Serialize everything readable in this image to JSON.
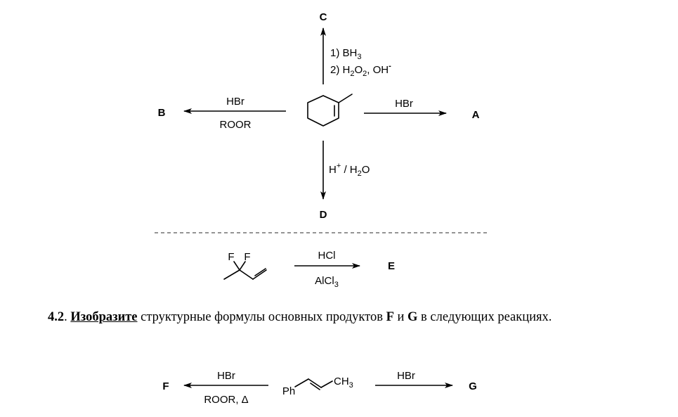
{
  "scheme1": {
    "product_top": "C",
    "product_left": "B",
    "product_right": "A",
    "product_bottom": "D",
    "top_reagent_1_prefix": "1) BH",
    "top_reagent_1_sub": "3",
    "top_reagent_2_prefix": "2) H",
    "top_reagent_2_sub1": "2",
    "top_reagent_2_mid": "O",
    "top_reagent_2_sub2": "2",
    "top_reagent_2_suffix": ", OH",
    "top_reagent_2_sup": "-",
    "left_reagent_above": "HBr",
    "left_reagent_below": "ROOR",
    "right_reagent_above": "HBr",
    "bottom_reagent_prefix": "H",
    "bottom_reagent_sup": "+",
    "bottom_reagent_mid": " / H",
    "bottom_reagent_sub": "2",
    "bottom_reagent_suffix": "O"
  },
  "scheme2": {
    "atom_f1": "F",
    "atom_f2": "F",
    "reagent_above": "HCl",
    "reagent_below_prefix": "AlCl",
    "reagent_below_sub": "3",
    "product": "E"
  },
  "task": {
    "number": "4.2",
    "dot": ". ",
    "verb": "Изобразите",
    "text_1": " структурные формулы основных продуктов ",
    "letter_f": "F",
    "text_2": " и ",
    "letter_g": "G",
    "text_3": " в следующих реакциях."
  },
  "scheme3": {
    "product_left": "F",
    "left_reagent_above": "HBr",
    "left_reagent_below": "ROOR, Δ",
    "ph_label": "Ph",
    "ch3_prefix": "CH",
    "ch3_sub": "3",
    "right_reagent_above": "HBr",
    "product_right": "G"
  }
}
